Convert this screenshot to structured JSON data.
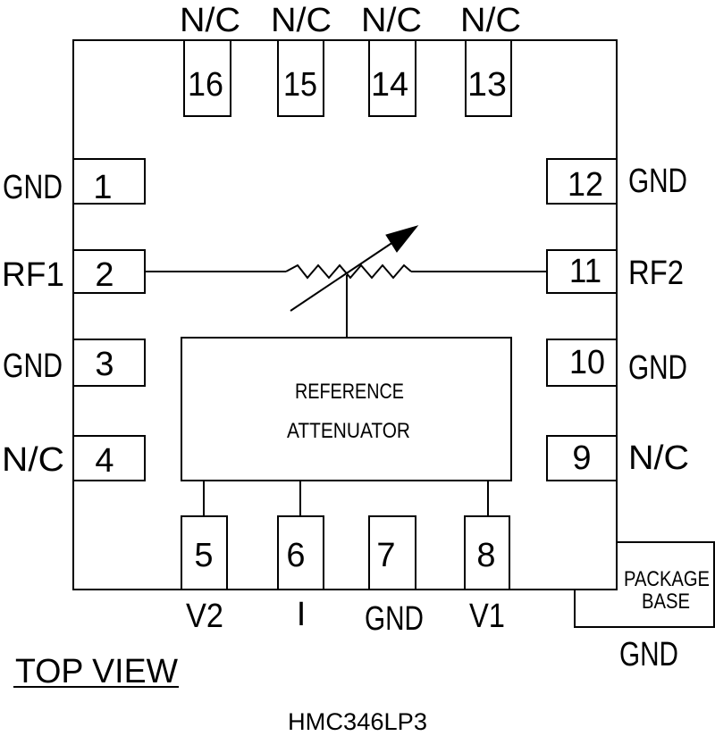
{
  "part_number": "HMC346LP3",
  "view_label": "TOP VIEW",
  "reference_block": {
    "line1": "REFERENCE",
    "line2": "ATTENUATOR"
  },
  "package_base": {
    "line1": "PACKAGE",
    "line2": "BASE",
    "signal": "GND"
  },
  "pins": {
    "top": [
      {
        "number": 16,
        "signal": "N/C"
      },
      {
        "number": 15,
        "signal": "N/C"
      },
      {
        "number": 14,
        "signal": "N/C"
      },
      {
        "number": 13,
        "signal": "N/C"
      }
    ],
    "left": [
      {
        "number": 1,
        "signal": "GND"
      },
      {
        "number": 2,
        "signal": "RF1"
      },
      {
        "number": 3,
        "signal": "GND"
      },
      {
        "number": 4,
        "signal": "N/C"
      }
    ],
    "right": [
      {
        "number": 12,
        "signal": "GND"
      },
      {
        "number": 11,
        "signal": "RF2"
      },
      {
        "number": 10,
        "signal": "GND"
      },
      {
        "number": 9,
        "signal": "N/C"
      }
    ],
    "bottom": [
      {
        "number": 5,
        "signal": "V2"
      },
      {
        "number": 6,
        "signal": "I"
      },
      {
        "number": 7,
        "signal": "GND"
      },
      {
        "number": 8,
        "signal": "V1"
      }
    ]
  }
}
